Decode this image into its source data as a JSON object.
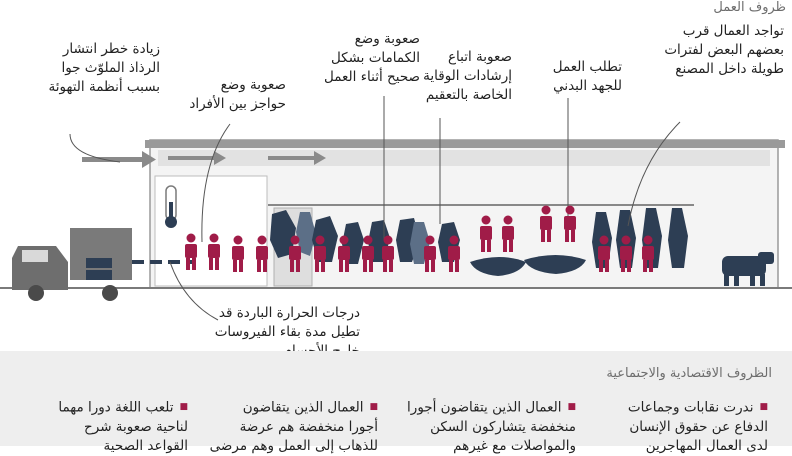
{
  "colors": {
    "worker": "#a01c48",
    "carcass": "#2d3e54",
    "carcass_light": "#5c6f87",
    "vehicle": "#6e6e6e",
    "background_band": "#eeeeee",
    "arrow": "#8a8a8a"
  },
  "working_conditions": {
    "heading": "ظروف العمل",
    "callouts": {
      "ventilation": "زيادة خطر انتشار\nالرذاذ الملوّث جوا\nبسبب أنظمة التهوئة",
      "barriers": "صعوبة وضع\nحواجز بين الأفراد",
      "masks": "صعوبة وضع\nالكمامات بشكل\nصحيح أثناء العمل",
      "protection": "صعوبة اتباع\nإرشادات الوقاية\nالخاصة بالتعقيم",
      "physical": "تطلب العمل\nللجهد البدني",
      "proximity": "تواجد العمال قرب\nبعضهم البعض لفترات\nطويلة داخل المصنع",
      "cold": "درجات الحرارة الباردة قد\nتطيل مدة بقاء الفيروسات\nخارج الأجسام"
    }
  },
  "socioeconomic": {
    "heading": "الظروف الاقتصادية والاجتماعية",
    "bullets": [
      "ندرت نقابات وجماعات\nالدفاع عن حقوق الإنسان\nلدى العمال المهاجرين",
      "العمال الذين يتقاضون أجورا\nمنخفضة يتشاركون السكن\nوالمواصلات مع غيرهم",
      "العمال الذين يتقاضون\nأجورا منخفضة هم عرضة\nللذهاب إلى العمل وهم مرضى",
      "تلعب اللغة دورا مهما\nلناحية صعوبة شرح\nالقواعد الصحية"
    ]
  }
}
